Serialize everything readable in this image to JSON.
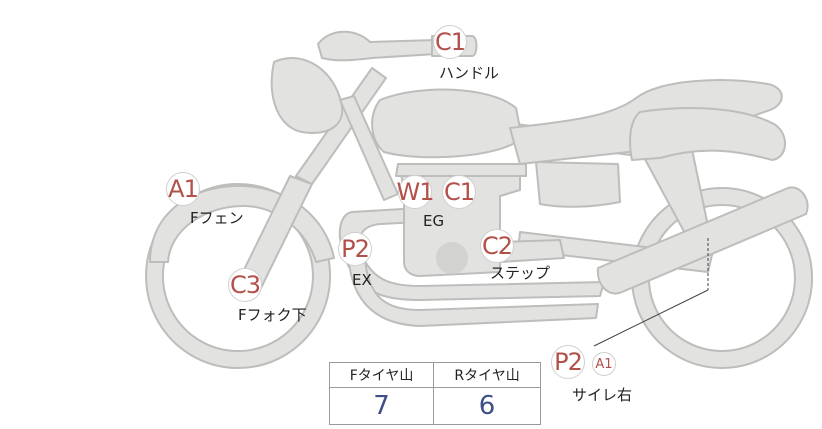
{
  "colors": {
    "body_fill": "#e2e2e0",
    "body_stroke": "#bdbdbb",
    "marker_text": "#b2504a",
    "value_text": "#3d4f86"
  },
  "markers": {
    "handle_code": "C1",
    "f_fender_code": "A1",
    "eg_w_code": "W1",
    "eg_c_code": "C1",
    "ex_code": "P2",
    "step_code": "C2",
    "f_fork_code": "C3",
    "silencer_code": "P2",
    "silencer_sub_code": "A1"
  },
  "labels": {
    "handle": "ハンドル",
    "f_fender": "Fフェン",
    "eg": "EG",
    "ex": "EX",
    "step": "ステップ",
    "f_fork": "Fフォク下",
    "silencer": "サイレ右"
  },
  "tire_table": {
    "headers": [
      "Fタイヤ山",
      "Rタイヤ山"
    ],
    "values": [
      "7",
      "6"
    ]
  }
}
